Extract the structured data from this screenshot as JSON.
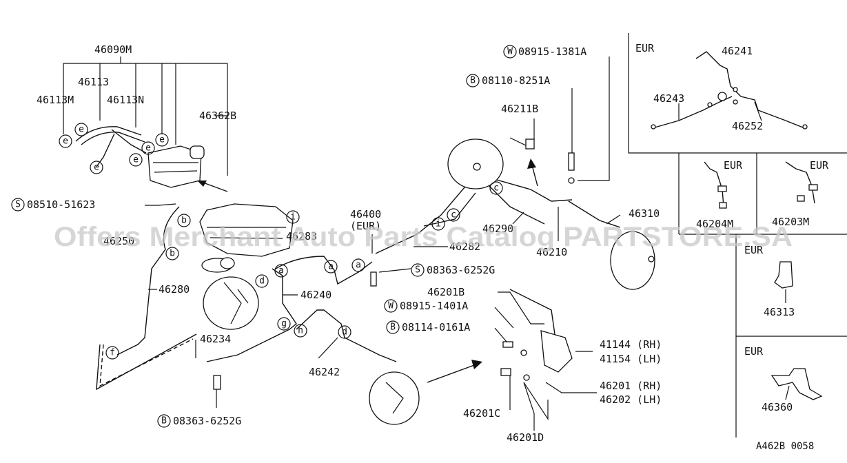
{
  "labels": {
    "p46090m": "46090M",
    "p46113": "46113",
    "p46113m": "46113M",
    "p46113n": "46113N",
    "p46362b": "46362B",
    "s08510": "08510-51623",
    "p46250": "46250",
    "p46283": "46283",
    "p46280": "46280",
    "p46240": "46240",
    "p46234": "46234",
    "b08363_left": "08363-6252G",
    "p46242": "46242",
    "p46400": "46400",
    "p46400_sub": "(EUR)",
    "p46282": "46282",
    "s08363_mid": "08363-6252G",
    "p46290": "46290",
    "p46210": "46210",
    "p46211b": "46211B",
    "w08915_top": "08915-1381A",
    "b08110": "08110-8251A",
    "p46310": "46310",
    "p46201b": "46201B",
    "w08915_mid": "08915-1401A",
    "b08114": "08114-0161A",
    "p41144": "41144 (RH)",
    "p41154": "41154 (LH)",
    "p46201": "46201 (RH)",
    "p46202": "46202 (LH)",
    "p46201c": "46201C",
    "p46201d": "46201D",
    "eur1": "EUR",
    "p46241": "46241",
    "p46243": "46243",
    "p46252": "46252",
    "eur2": "EUR",
    "p46204m": "46204M",
    "eur3": "EUR",
    "p46203m": "46203M",
    "eur4": "EUR",
    "p46313": "46313",
    "eur5": "EUR",
    "p46360": "46360",
    "ref": "A462B 0058"
  },
  "markers": {
    "S": "S",
    "B": "B",
    "W": "W"
  },
  "letters": {
    "a": "a",
    "b": "b",
    "c": "c",
    "d": "d",
    "e": "e",
    "f": "f",
    "g": "g",
    "h": "h",
    "i": "i"
  },
  "watermark": "Offers Merchant Auto Parts Catalog PARTSTORE.SA"
}
